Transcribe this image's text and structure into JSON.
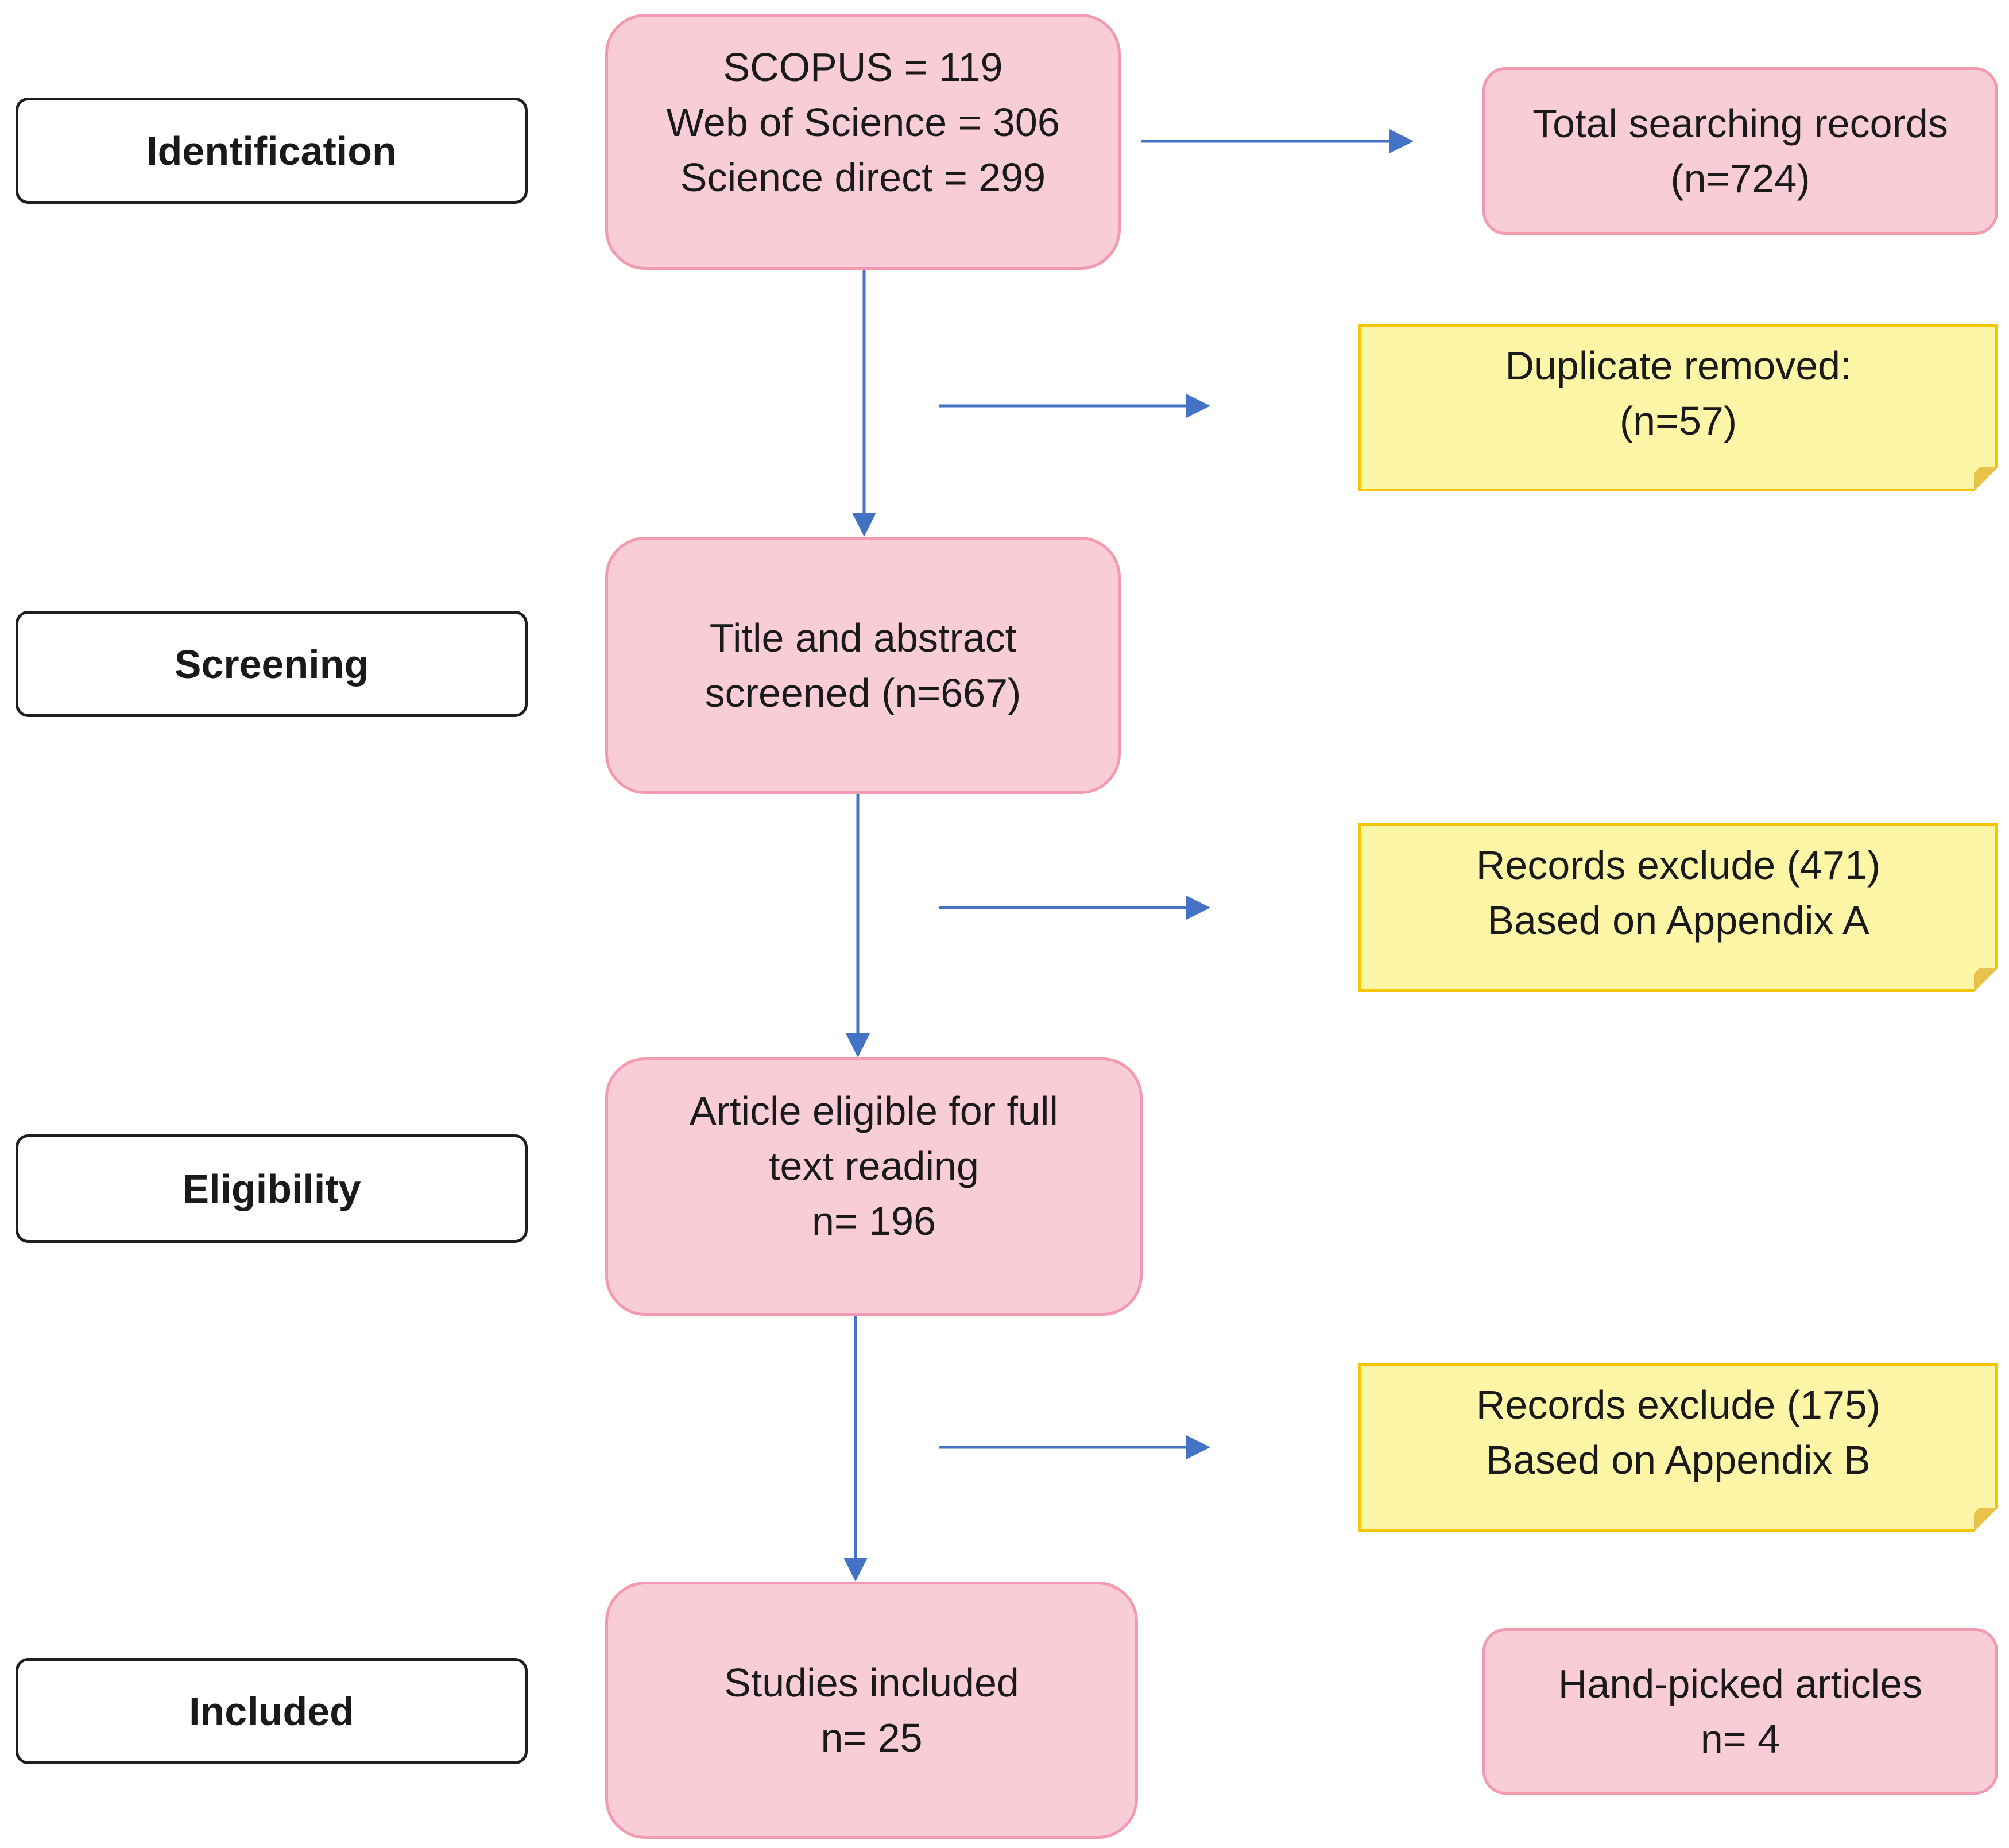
{
  "colors": {
    "arrow": "#4472c4",
    "stage_border": "#1f1f1f",
    "pink_fill": "#f9cdd8",
    "pink_border": "#f19ab0",
    "note_fill": "#fdf6a6",
    "note_border": "#f5c500"
  },
  "stages": {
    "identification": "Identification",
    "screening": "Screening",
    "eligibility": "Eligibility",
    "included": "Included"
  },
  "sources": {
    "line1": "SCOPUS = 119",
    "line2": "Web of Science = 306",
    "line3": "Science direct = 299"
  },
  "total_records": {
    "line1": "Total searching records",
    "line2": "(n=724)"
  },
  "duplicates": {
    "line1": "Duplicate removed:",
    "line2": "(n=57)"
  },
  "screened": {
    "line1": "Title and abstract",
    "line2": "screened (n=667)"
  },
  "exclude_a": {
    "line1": "Records exclude (471)",
    "line2": "Based on Appendix A"
  },
  "eligible": {
    "line1": "Article eligible for full",
    "line2": "text reading",
    "line3": "n= 196"
  },
  "exclude_b": {
    "line1": "Records exclude (175)",
    "line2": "Based on Appendix B"
  },
  "included_studies": {
    "line1": "Studies included",
    "line2": "n= 25"
  },
  "hand_picked": {
    "line1": "Hand-picked articles",
    "line2": "n= 4"
  }
}
